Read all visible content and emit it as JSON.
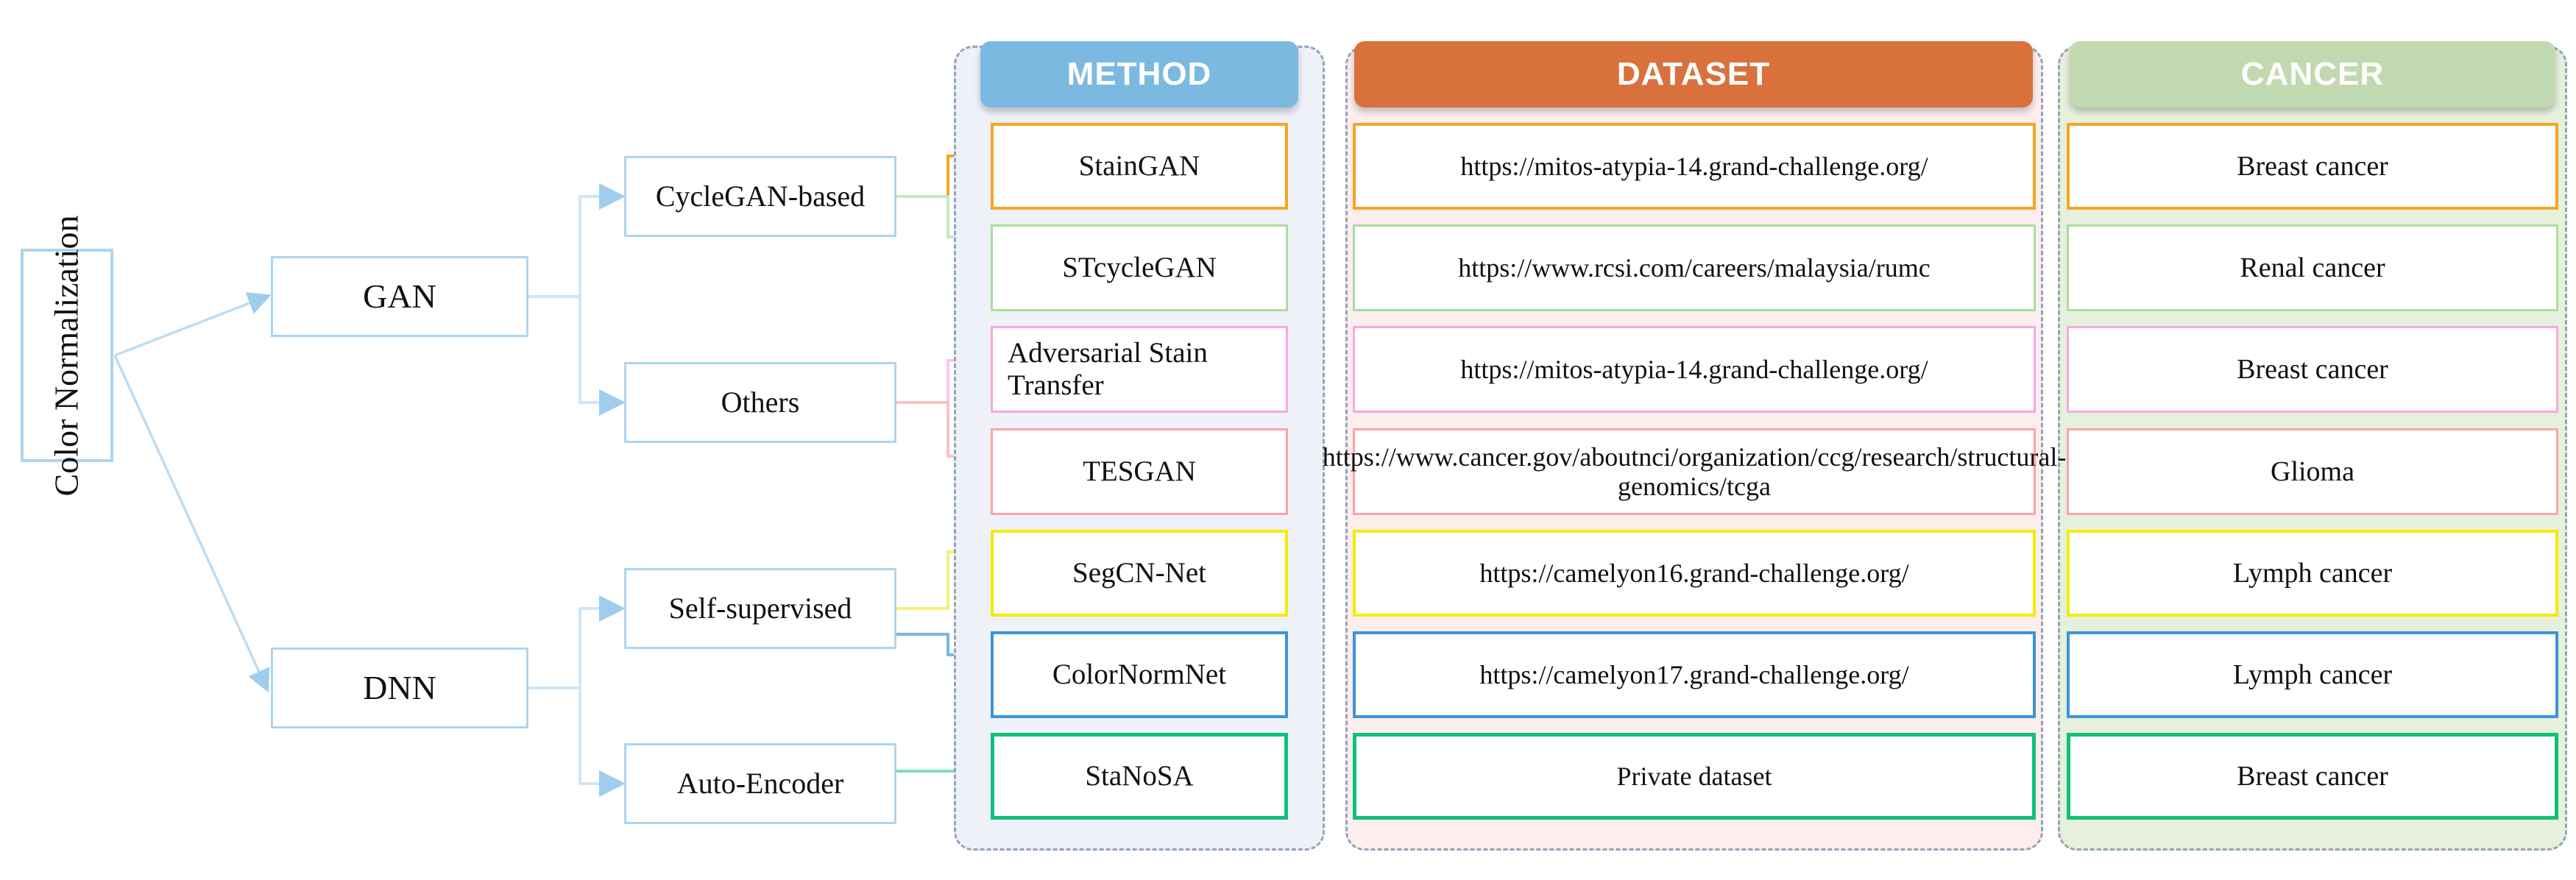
{
  "diagram": {
    "root": {
      "label": "Color Normalization"
    },
    "level1": [
      {
        "label": "GAN"
      },
      {
        "label": "DNN"
      }
    ],
    "level2": [
      {
        "label": "CycleGAN-based"
      },
      {
        "label": "Others"
      },
      {
        "label": "Self-supervised"
      },
      {
        "label": "Auto-Encoder"
      }
    ]
  },
  "columns": {
    "method": {
      "header": "METHOD",
      "header_color": "#7cb9e0",
      "background": "#eef1f8"
    },
    "dataset": {
      "header": "DATASET",
      "header_color": "#d9713d",
      "background": "#fdeeee"
    },
    "cancer": {
      "header": "CANCER",
      "header_color": "#c2d9b0",
      "background": "#e6f0dc"
    }
  },
  "rows": [
    {
      "method": "StainGAN",
      "dataset": "https://mitos-atypia-14.grand-challenge.org/",
      "cancer": "Breast cancer",
      "color": "#f5a623"
    },
    {
      "method": "STcycleGAN",
      "dataset": "https://www.rcsi.com/careers/malaysia/rumc",
      "cancer": "Renal cancer",
      "color": "#aadd9e"
    },
    {
      "method": "Adversarial Stain Transfer",
      "dataset": "https://mitos-atypia-14.grand-challenge.org/",
      "cancer": "Breast cancer",
      "color": "#f9a7e0"
    },
    {
      "method": "TESGAN",
      "dataset": "https://www.cancer.gov/aboutnci/organization/ccg/research/structural-genomics/tcga",
      "cancer": "Glioma",
      "color": "#fba3a8"
    },
    {
      "method": "SegCN-Net",
      "dataset": "https://camelyon16.grand-challenge.org/",
      "cancer": "Lymph cancer",
      "color": "#f5ea00"
    },
    {
      "method": "ColorNormNet",
      "dataset": "https://camelyon17.grand-challenge.org/",
      "cancer": "Lymph cancer",
      "color": "#3d94d9"
    },
    {
      "method": "StaNoSA",
      "dataset": "Private dataset",
      "cancer": "Breast cancer",
      "color": "#0ec17a"
    }
  ]
}
